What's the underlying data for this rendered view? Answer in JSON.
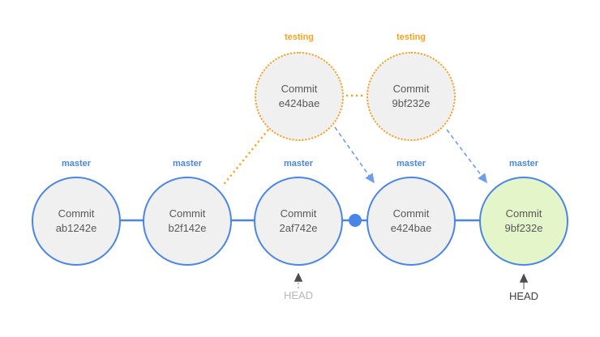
{
  "diagram": {
    "testing_branch": {
      "label": "testing",
      "commits": [
        {
          "title": "Commit",
          "hash": "e424bae"
        },
        {
          "title": "Commit",
          "hash": "9bf232e"
        }
      ]
    },
    "master_branch": {
      "label": "master",
      "commits": [
        {
          "title": "Commit",
          "hash": "ab1242e"
        },
        {
          "title": "Commit",
          "hash": "b2f142e"
        },
        {
          "title": "Commit",
          "hash": "2af742e"
        },
        {
          "title": "Commit",
          "hash": "e424bae"
        },
        {
          "title": "Commit",
          "hash": "9bf232e"
        }
      ]
    },
    "head_pointers": [
      {
        "label": "HEAD",
        "state": "previous-position"
      },
      {
        "label": "HEAD",
        "state": "current-position"
      }
    ],
    "colors": {
      "master_blue": "#4a86e8",
      "arrow_blue": "#6d9eeb",
      "testing_orange": "#f9a11b",
      "node_fill": "#f0f0f0",
      "highlight_fill": "#e3f5c9",
      "commit_text": "#595959",
      "head_faded": "#b7b7b7",
      "head_dark": "#3f3f3f"
    }
  }
}
